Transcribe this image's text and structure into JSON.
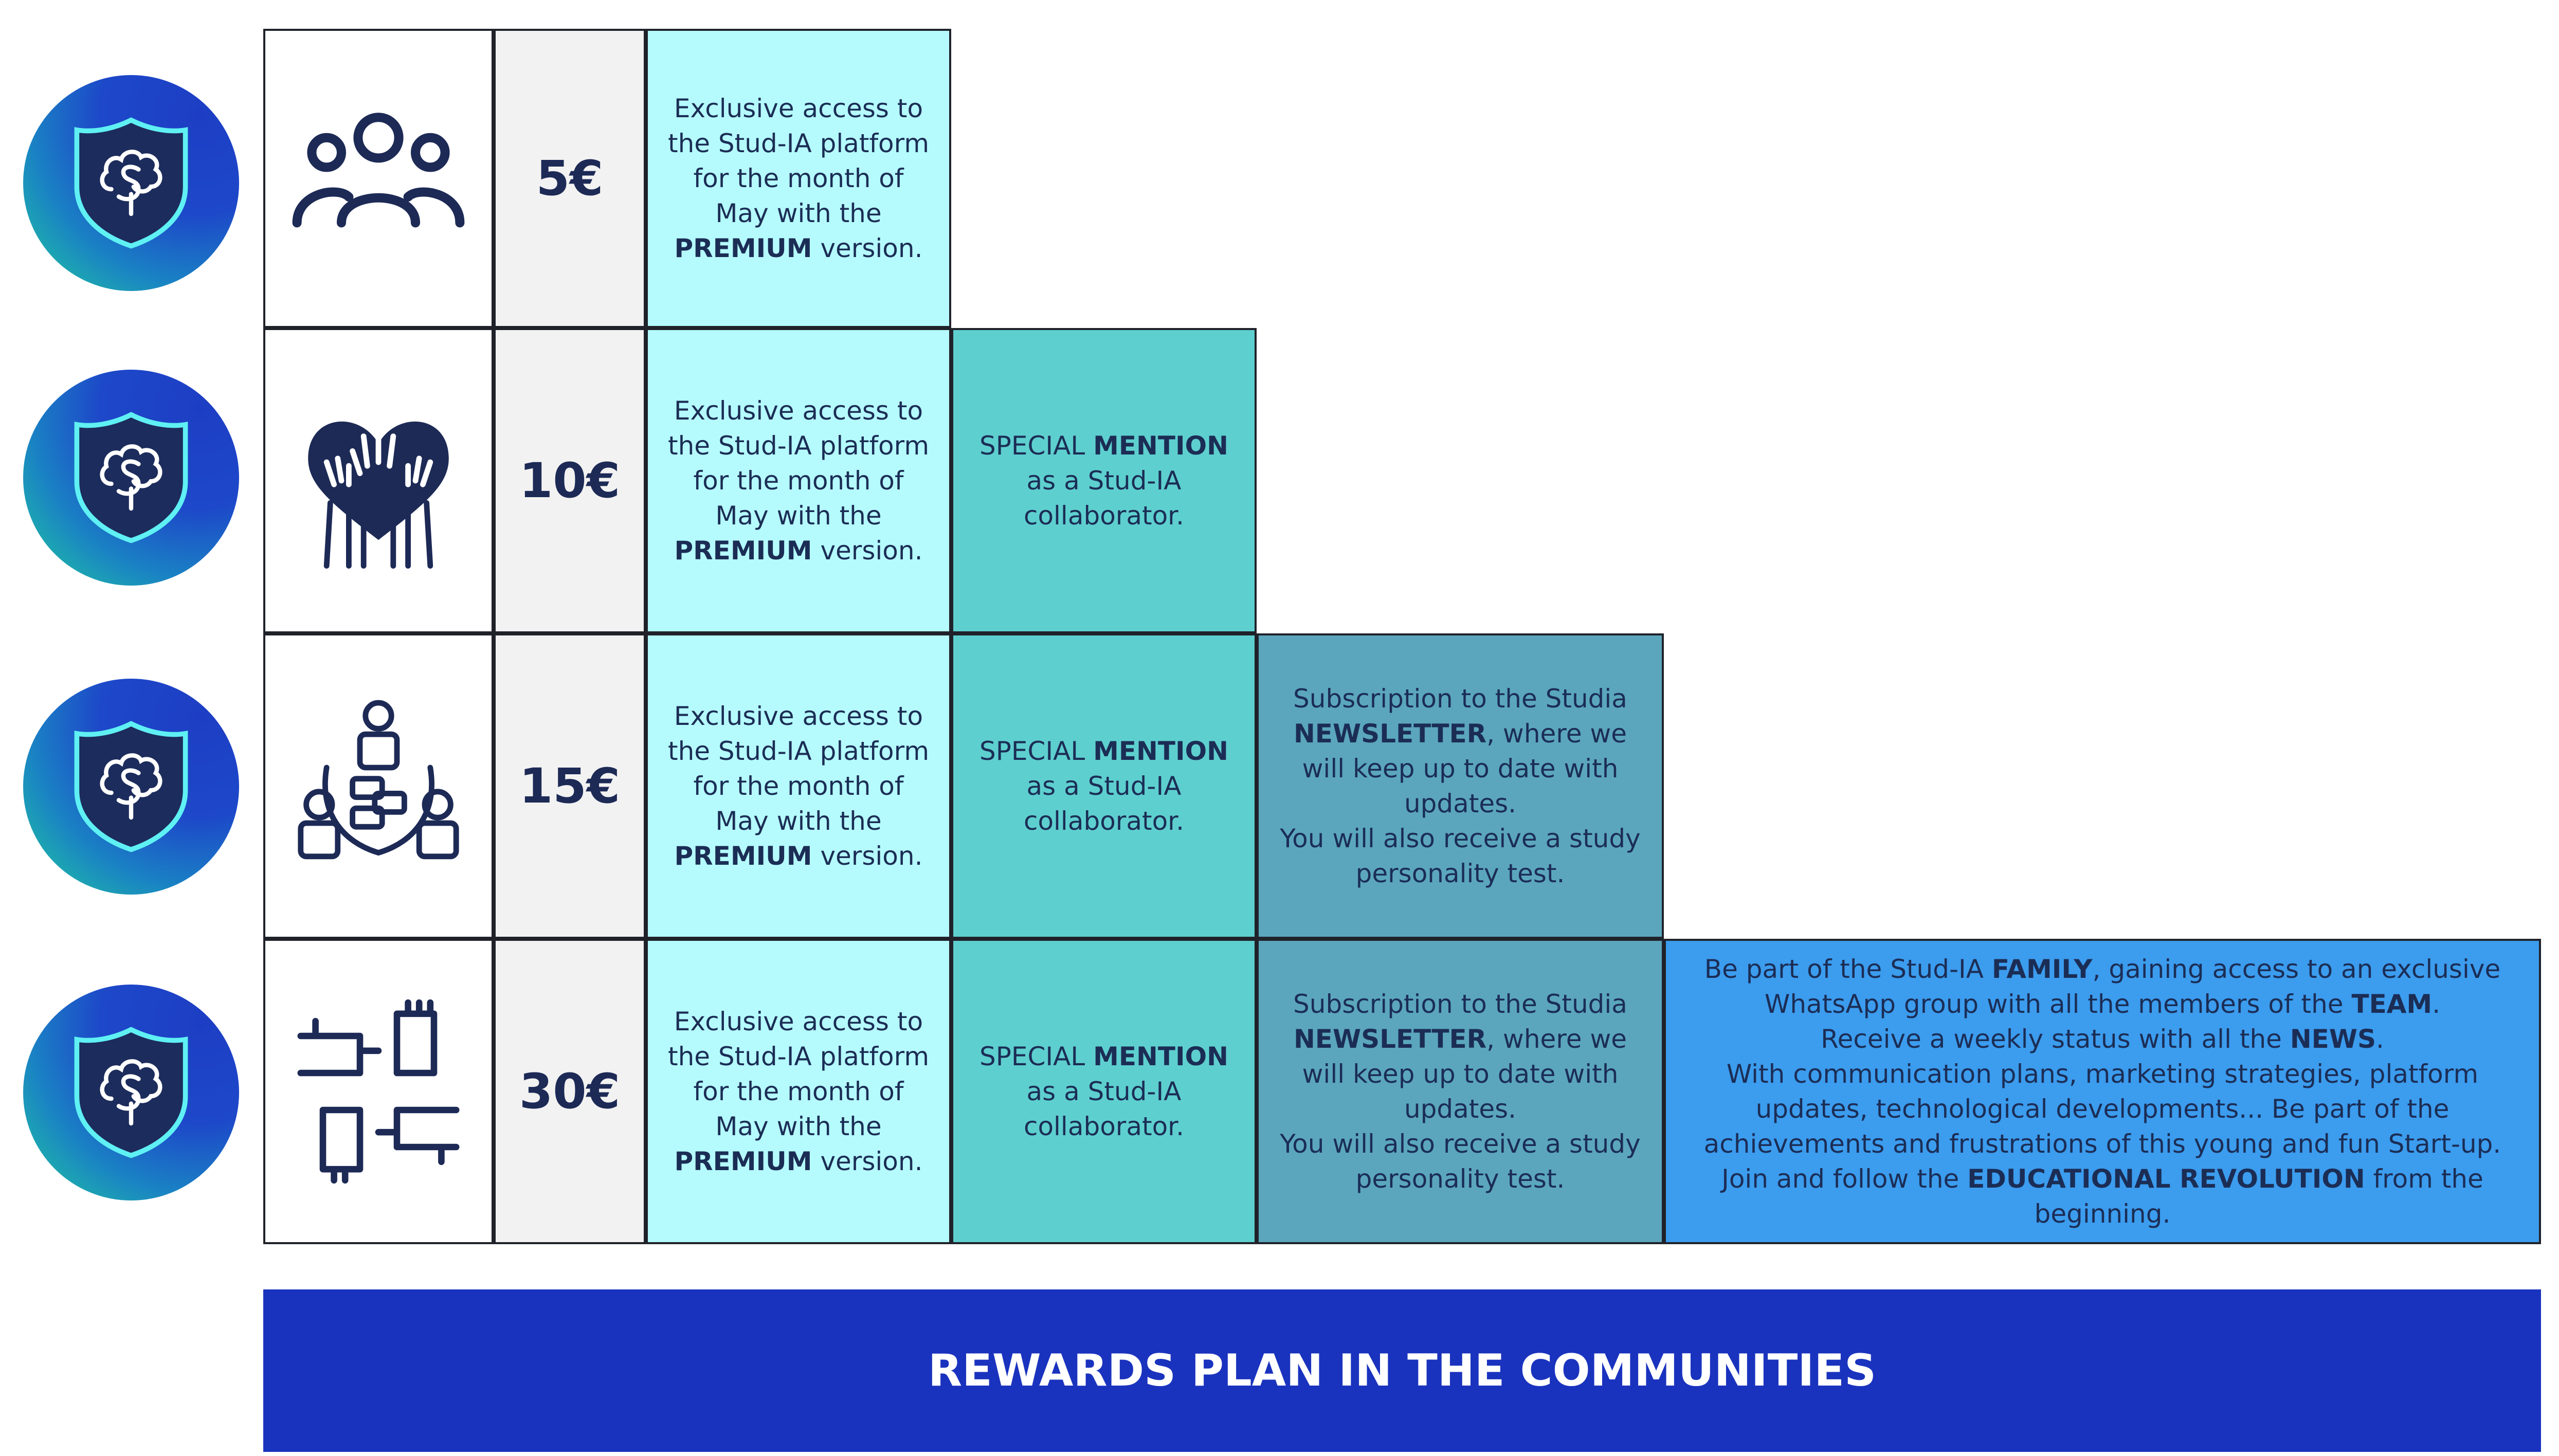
{
  "banner": {
    "title": "REWARDS PLAN IN THE COMMUNITIES"
  },
  "colors": {
    "access": "#b5fbfd",
    "mention": "#5ecfcf",
    "newsletter": "#5ba6bd",
    "family": "#3c9cee",
    "banner": "#1a33be",
    "badge_dark": "#1d3ec4",
    "badge_light": "#20cf9c",
    "icon": "#1d2a56"
  },
  "tiers": [
    {
      "price": "5€",
      "icon": "group-of-people-icon",
      "rewards": {
        "access": {
          "t1": "Exclusive access to the Stud-IA platform for the month of May with the ",
          "b1": "PREMIUM",
          "t2": " version."
        }
      }
    },
    {
      "price": "10€",
      "icon": "raised-hands-heart-icon",
      "rewards": {
        "access": {
          "t1": "Exclusive access to the Stud-IA platform for the month of May with the ",
          "b1": "PREMIUM",
          "t2": " version."
        },
        "mention": {
          "t1": "SPECIAL ",
          "b1": "MENTION",
          "t2": " as a Stud-IA collaborator."
        }
      }
    },
    {
      "price": "15€",
      "icon": "community-chat-icon",
      "rewards": {
        "access": {
          "t1": "Exclusive access to the Stud-IA platform for the month of May with the ",
          "b1": "PREMIUM",
          "t2": " version."
        },
        "mention": {
          "t1": "SPECIAL ",
          "b1": "MENTION",
          "t2": " as a Stud-IA collaborator."
        },
        "newsletter": {
          "t1": "Subscription to the Studia ",
          "b1": "NEWSLETTER",
          "t2": ", where we will keep up to date with updates.",
          "t3": "You will also receive a study personality test."
        }
      }
    },
    {
      "price": "30€",
      "icon": "teamwork-hands-icon",
      "rewards": {
        "access": {
          "t1": "Exclusive access to the Stud-IA platform for the month of May with the ",
          "b1": "PREMIUM",
          "t2": " version."
        },
        "mention": {
          "t1": "SPECIAL ",
          "b1": "MENTION",
          "t2": " as a Stud-IA collaborator."
        },
        "newsletter": {
          "t1": "Subscription to the Studia ",
          "b1": "NEWSLETTER",
          "t2": ", where we will keep up to date with updates.",
          "t3": "You will also receive a study personality test."
        },
        "family": {
          "t1": "Be part of the Stud-IA ",
          "b1": "FAMILY",
          "t2": ", gaining access to an exclusive WhatsApp group with all the members of the ",
          "b2": "TEAM",
          "t3": ".",
          "t4": "Receive a weekly status with all the ",
          "b3": "NEWS",
          "t5": ".",
          "t6": "With communication plans, marketing strategies, platform updates, technological developments... Be part of the achievements and frustrations of this young and fun Start-up.",
          "t7": "Join and follow the ",
          "b4": "EDUCATIONAL REVOLUTION",
          "t8": " from the beginning."
        }
      }
    }
  ]
}
